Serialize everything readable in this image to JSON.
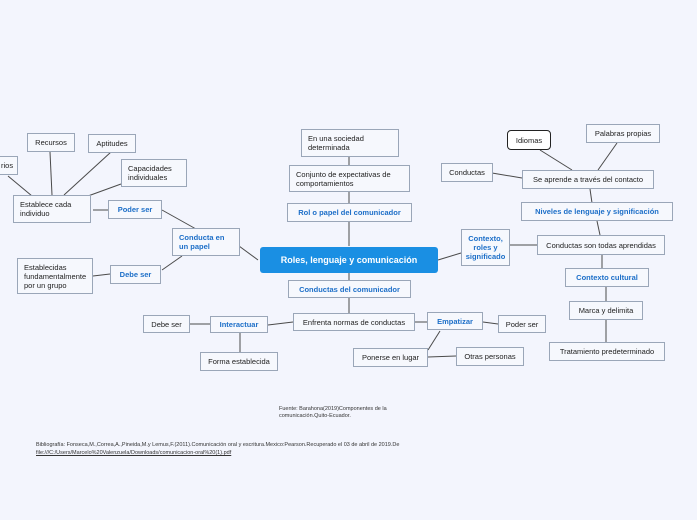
{
  "central": "Roles, lenguaje y comunicación",
  "branches": {
    "rol": {
      "header": "Rol o papel del comunicador",
      "expectativas": "Conjunto de expectativas de comportamientos",
      "sociedad": "En una sociedad determinada"
    },
    "conducta_papel": {
      "header": "Conducta en un papel",
      "poder_ser": "Poder ser",
      "establece": "Establece cada individuo",
      "recursos": "Recursos",
      "aptitudes": "Aptitudes",
      "capacidades": "Capacidades individuales",
      "rios": "rios",
      "debe_ser": "Debe ser",
      "establecidas": "Establecidas fundamentalmente por un grupo"
    },
    "contexto": {
      "header": "Contexto, roles y significado",
      "aprendidas": "Conductas son todas aprendidas",
      "niveles": "Niveles de lenguaje y significación",
      "aprende": "Se aprende a través del contacto",
      "conductas": "Conductas",
      "idiomas": "Idiomas",
      "palabras": "Palabras propias",
      "cultural": "Contexto cultural",
      "marca": "Marca y delimita",
      "tratamiento": "Tratamiento predeterminado"
    },
    "conductas_com": {
      "header": "Conductas del comunicador",
      "enfrenta": "Enfrenta normas de conductas",
      "interactuar": "Interactuar",
      "debe_ser": "Debe ser",
      "forma": "Forma establecida",
      "empatizar": "Empatizar",
      "poder_ser": "Poder ser",
      "ponerse": "Ponerse en lugar",
      "otras": "Otras personas"
    }
  },
  "footer": {
    "fuente": "Fuente: Barahona(2019)Componentes de la comunicación.Quito-Ecuador.",
    "bibliografia": "Bibliografía: Fonseca,M.,Correa,A.,Pineida,M.y Lemus,F.(2011).Comunicación oral y escritura.Mexico:Pearson.Recuperado el 03 de abril de 2019.De",
    "link": "file:///C:/Users/Marcelo%20Valenzuela/Downloads/comunicacion-oral%20(1).pdf"
  }
}
